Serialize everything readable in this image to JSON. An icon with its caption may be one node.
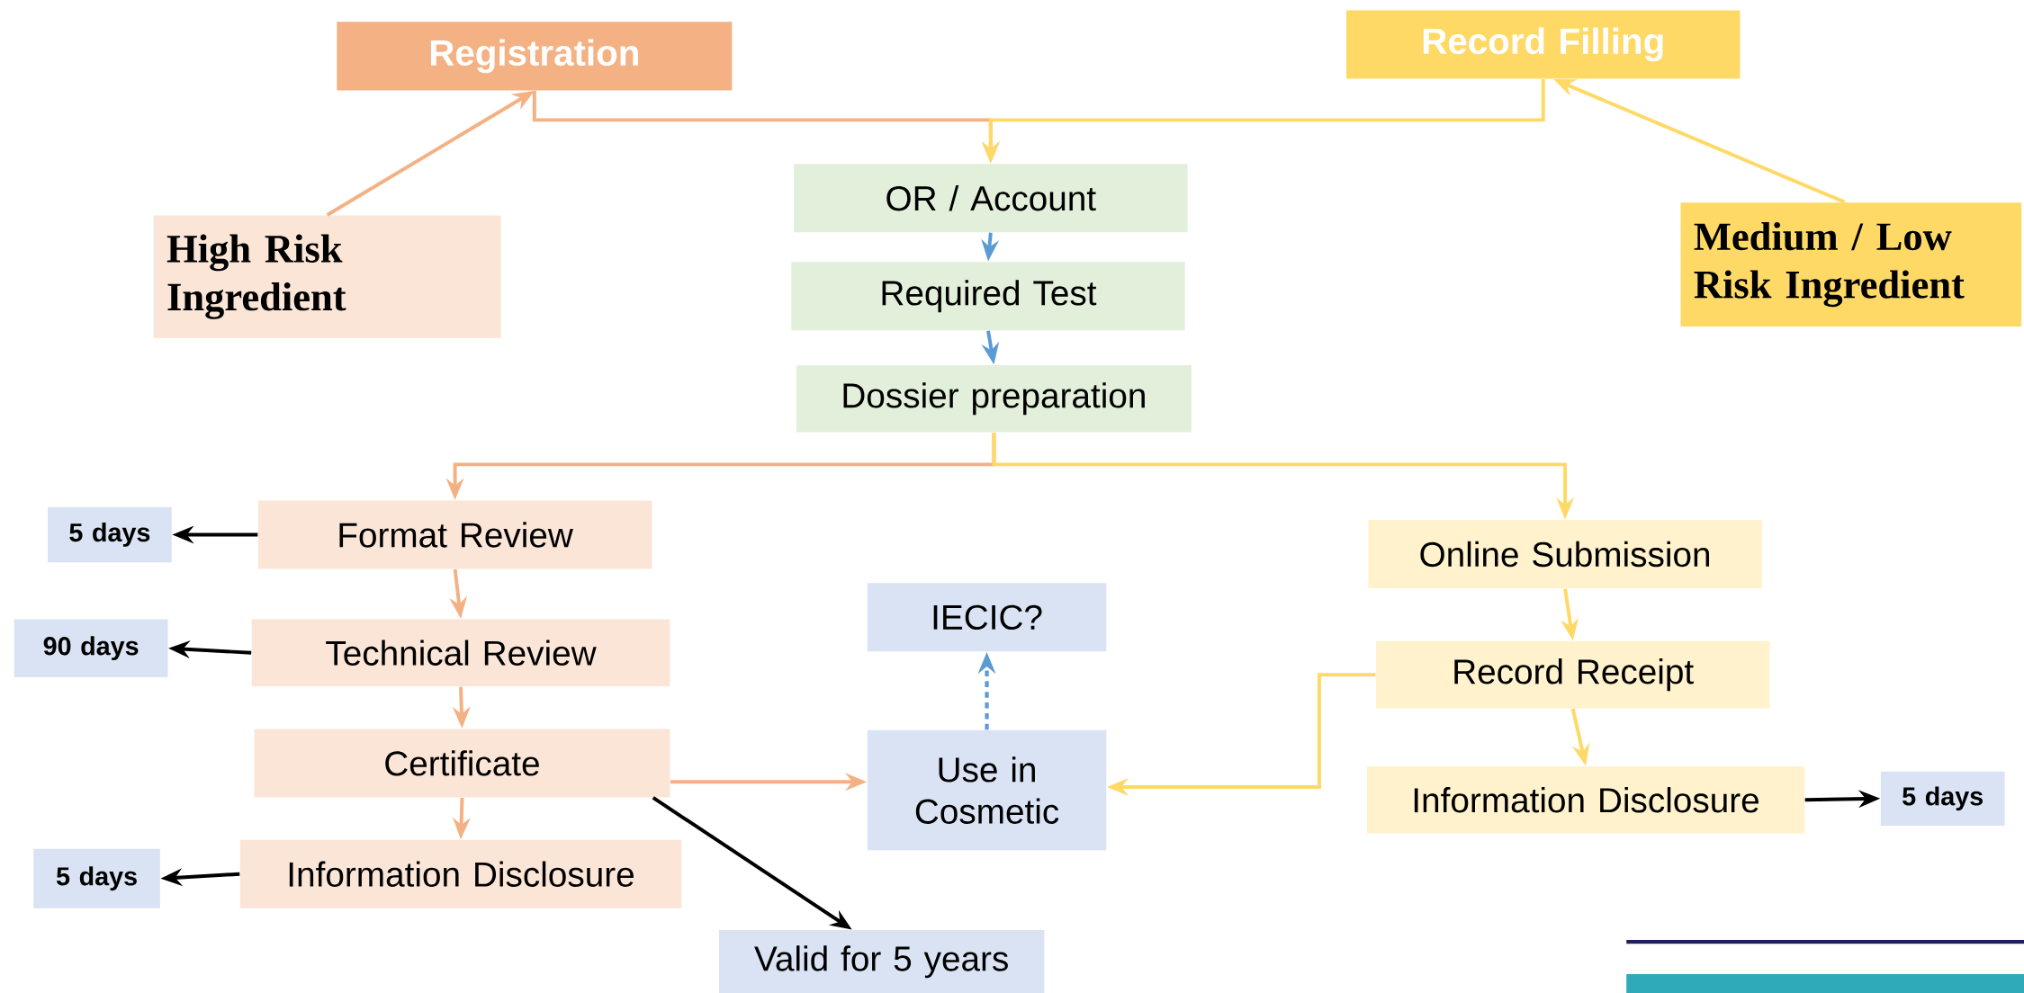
{
  "diagram": {
    "nodes": [
      {
        "text": [
          "Registration"
        ]
      },
      {
        "text": [
          "Record Filling"
        ]
      },
      {
        "text": [
          "High Risk Ingredient"
        ]
      },
      {
        "text": [
          "Medium / Low Risk Ingredient"
        ]
      },
      {
        "text": [
          "OR / Account"
        ]
      },
      {
        "text": [
          "Required Test"
        ]
      },
      {
        "text": [
          "Dossier preparation"
        ]
      },
      {
        "text": [
          "Format Review"
        ]
      },
      {
        "text": [
          "Technical Review"
        ]
      },
      {
        "text": [
          "Certificate"
        ]
      },
      {
        "text": [
          "Information Disclosure"
        ]
      },
      {
        "text": [
          "5 days"
        ]
      },
      {
        "text": [
          "90 days"
        ]
      },
      {
        "text": [
          "5 days"
        ]
      },
      {
        "text": [
          "IECIC?"
        ]
      },
      {
        "text": [
          "Use in Cosmetic"
        ]
      },
      {
        "text": [
          "Valid for 5 years"
        ]
      },
      {
        "text": [
          "Online Submission"
        ]
      },
      {
        "text": [
          "Record Receipt"
        ]
      },
      {
        "text": [
          "Information Disclosure"
        ]
      },
      {
        "text": [
          "5 days"
        ]
      }
    ],
    "edges": [
      {
        "from": 2,
        "to": 0,
        "arrow": "to"
      },
      {
        "from": 3,
        "to": 1,
        "arrow": "to",
        "color": "#ffd966"
      },
      {
        "from": 0,
        "to": 4,
        "arrow": "to"
      },
      {
        "from": 1,
        "to": 4,
        "arrow": "to",
        "color": "#ffd966"
      },
      {
        "from": 4,
        "to": 5,
        "arrow": "to",
        "color": "#5b9bd5"
      },
      {
        "from": 5,
        "to": 6,
        "arrow": "to",
        "color": "#5b9bd5"
      },
      {
        "from": 6,
        "to": 7,
        "arrow": "to"
      },
      {
        "from": 6,
        "to": 17,
        "arrow": "to",
        "color": "#ffd966"
      },
      {
        "from": 7,
        "to": 8,
        "arrow": "to"
      },
      {
        "from": 8,
        "to": 9,
        "arrow": "to"
      },
      {
        "from": 9,
        "to": 10,
        "arrow": "to"
      },
      {
        "from": 7,
        "to": 11,
        "arrow": "to",
        "color": "#000000"
      },
      {
        "from": 8,
        "to": 12,
        "arrow": "to",
        "color": "#000000"
      },
      {
        "from": 10,
        "to": 13,
        "arrow": "to",
        "color": "#000000"
      },
      {
        "from": 9,
        "to": 15,
        "arrow": "to"
      },
      {
        "from": 9,
        "to": 16,
        "arrow": "to",
        "color": "#000000"
      },
      {
        "from": 15,
        "to": 14,
        "arrow": "to",
        "style": "dashed",
        "color": "#5b9bd5"
      },
      {
        "from": 17,
        "to": 18,
        "arrow": "to",
        "color": "#ffd966"
      },
      {
        "from": 18,
        "to": 19,
        "arrow": "to",
        "color": "#ffd966"
      },
      {
        "from": 18,
        "to": 15,
        "arrow": "to",
        "color": "#ffd966"
      },
      {
        "from": 19,
        "to": 20,
        "arrow": "to",
        "color": "#000000"
      }
    ]
  }
}
